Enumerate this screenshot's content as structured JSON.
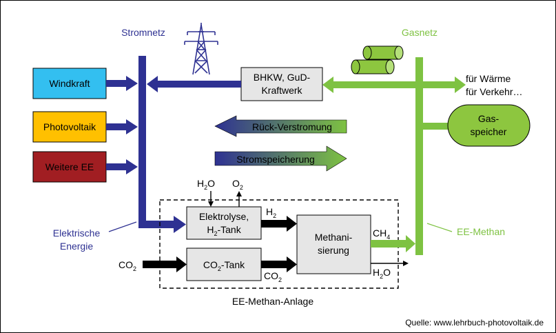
{
  "diagram": {
    "labels": {
      "stromnetz": "Stromnetz",
      "gasnetz": "Gasnetz",
      "elektrische_1": "Elektrische",
      "elektrische_2": "Energie",
      "ee_methan": "EE-Methan",
      "anlage": "EE-Methan-Anlage",
      "fuer_waerme": "für Wärme",
      "fuer_verkehr": "für Verkehr…",
      "source": "Quelle: www.lehrbuch-photovoltaik.de"
    },
    "sources": [
      {
        "label": "Windkraft",
        "color": "#33bff0"
      },
      {
        "label": "Photovoltaik",
        "color": "#ffc000"
      },
      {
        "label": "Weitere EE",
        "color": "#a11e22"
      }
    ],
    "bhkw": {
      "line1": "BHKW, GuD-",
      "line2": "Kraftwerk"
    },
    "gasspeicher": {
      "line1": "Gas-",
      "line2": "speicher"
    },
    "rueckverstromung": "Rück-Verstromung",
    "stromspeicherung": "Stromspeicherung",
    "elektrolyse": {
      "line1": "Elektrolyse,",
      "line2_a": "H",
      "line2_sub": "2",
      "line2_b": "-Tank"
    },
    "co2tank": {
      "a": "CO",
      "sub": "2",
      "b": "-Tank"
    },
    "methanisierung": {
      "line1": "Methani-",
      "line2": "sierung"
    },
    "chem": {
      "h2o_in": {
        "a": "H",
        "sub": "2",
        "b": "O"
      },
      "o2_out": {
        "a": "O",
        "sub": "2"
      },
      "h2": {
        "a": "H",
        "sub": "2"
      },
      "ch4": {
        "a": "CH",
        "sub": "4"
      },
      "co2_in": {
        "a": "CO",
        "sub": "2"
      },
      "co2_mid": {
        "a": "CO",
        "sub": "2"
      },
      "h2o_out": {
        "a": "H",
        "sub": "2",
        "b": "O"
      }
    },
    "colors": {
      "strom": "#2e3192",
      "gas": "#7ec242",
      "box": "#e6e6e6"
    }
  }
}
